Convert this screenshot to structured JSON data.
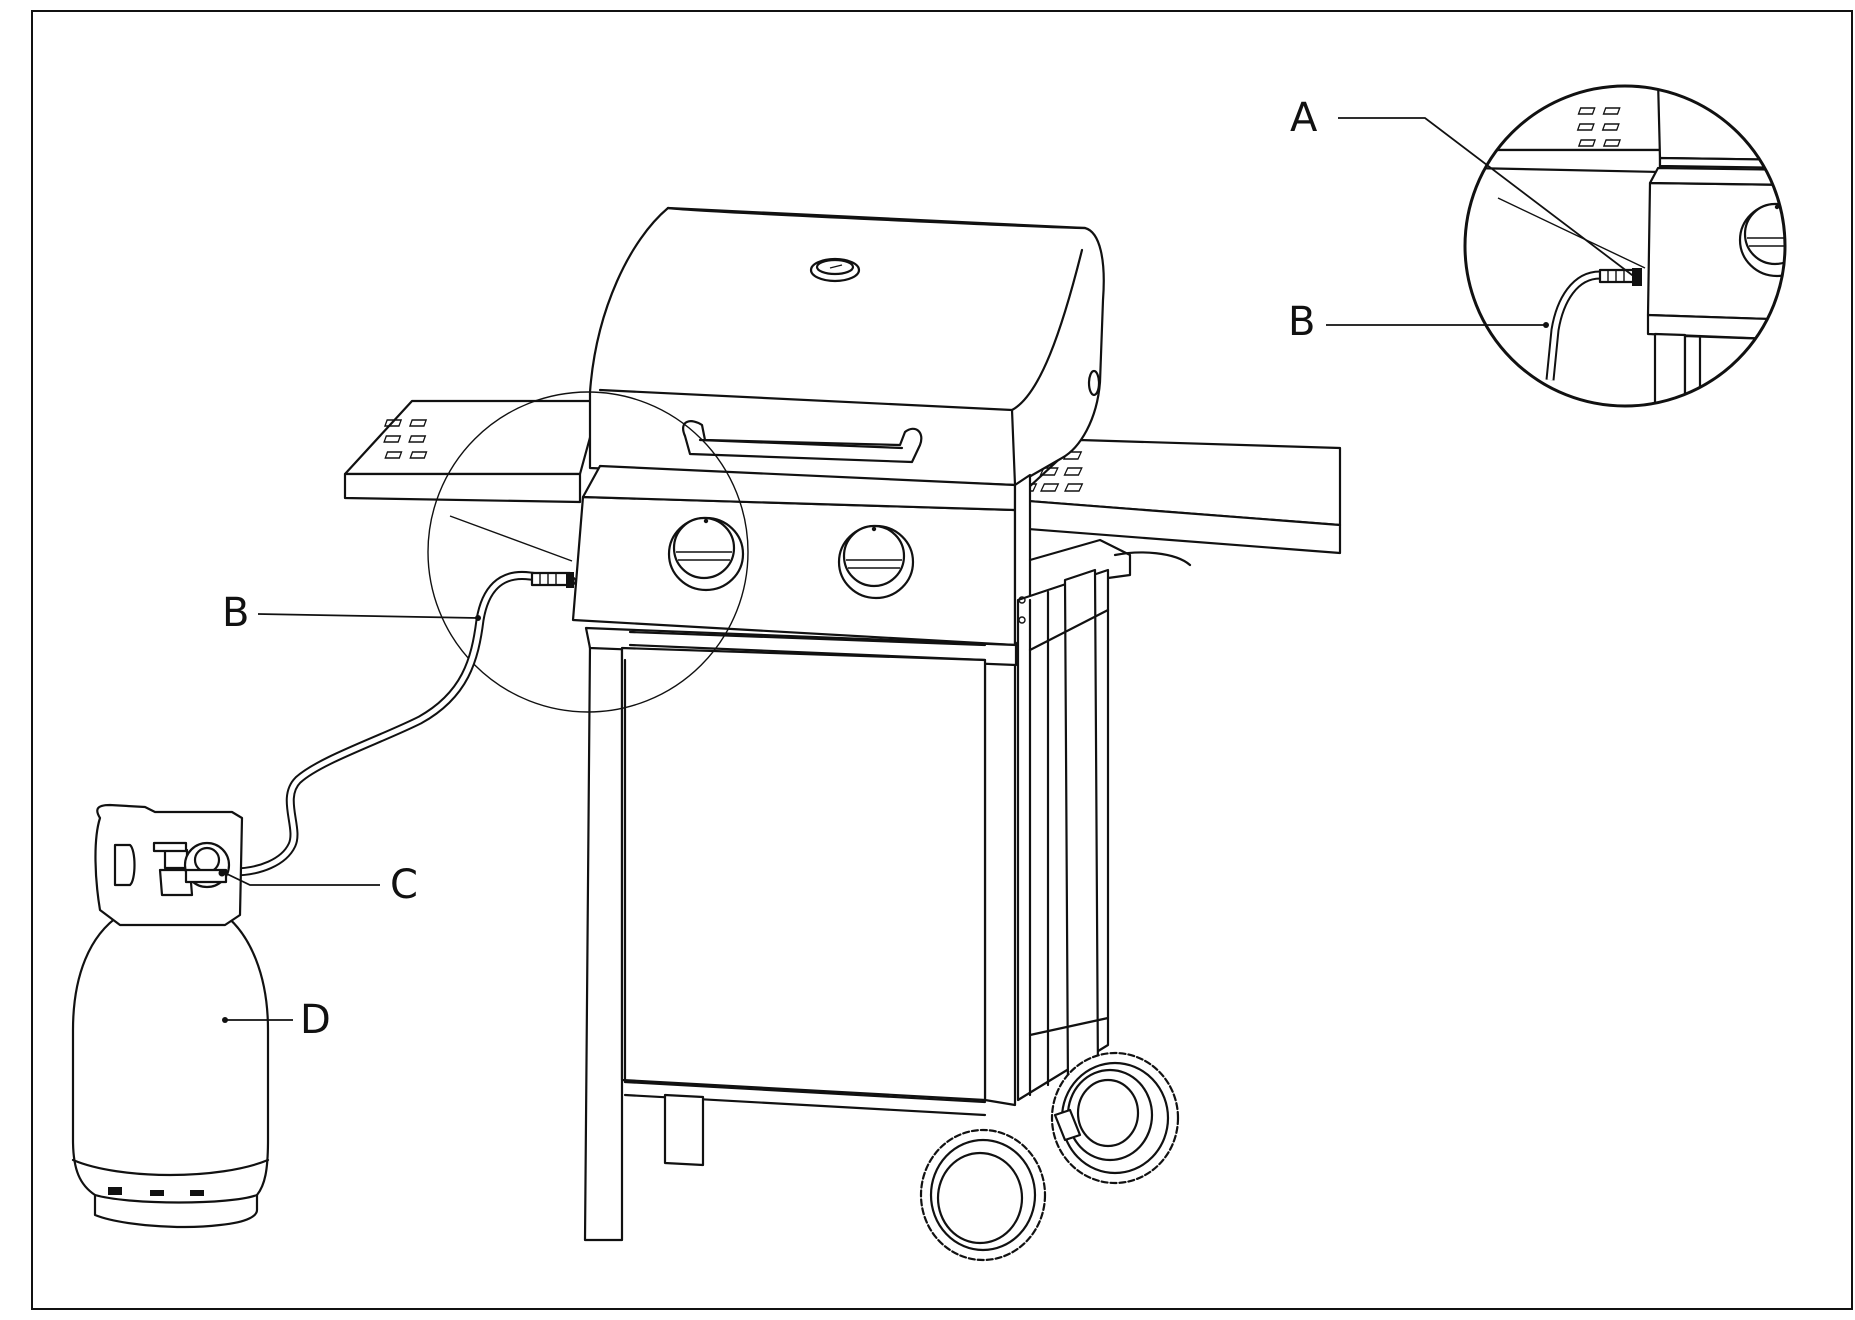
{
  "diagram": {
    "callouts": {
      "A": "A",
      "B_detail": "B",
      "B_main": "B",
      "C": "C",
      "D": "D"
    },
    "colors": {
      "line": "#111111",
      "background": "#ffffff"
    }
  }
}
